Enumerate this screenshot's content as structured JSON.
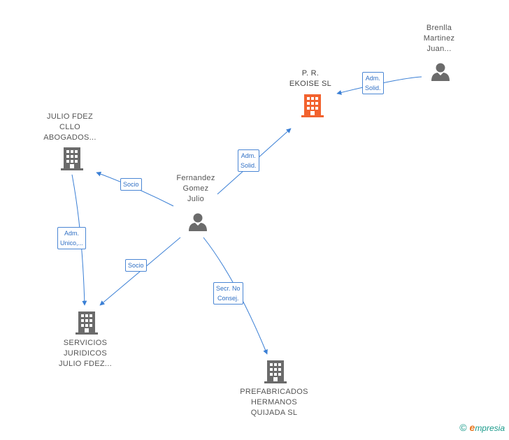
{
  "nodes": {
    "pr_ekoise": {
      "lines": [
        "P.  R.",
        "EKOISE  SL"
      ],
      "type": "company",
      "color": "#f2622e"
    },
    "brenlla": {
      "lines": [
        "Brenlla",
        "Martinez",
        "Juan..."
      ],
      "type": "person"
    },
    "julio_fdez_cllo": {
      "lines": [
        "JULIO FDEZ",
        "CLLO",
        "ABOGADOS..."
      ],
      "type": "company"
    },
    "fernandez_gomez": {
      "lines": [
        "Fernandez",
        "Gomez",
        "Julio"
      ],
      "type": "person"
    },
    "servicios": {
      "lines": [
        "SERVICIOS",
        "JURIDICOS",
        "JULIO FDEZ..."
      ],
      "type": "company"
    },
    "prefabricados": {
      "lines": [
        "PREFABRICADOS",
        "HERMANOS",
        "QUIJADA  SL"
      ],
      "type": "company"
    }
  },
  "edges": {
    "brenlla_pr": {
      "lines": [
        "Adm.",
        "Solid."
      ]
    },
    "fernandez_pr": {
      "lines": [
        "Adm.",
        "Solid."
      ]
    },
    "fernandez_julio": {
      "lines": [
        "Socio"
      ]
    },
    "julio_servicios": {
      "lines": [
        "Adm.",
        "Unico,..."
      ]
    },
    "fernandez_servicios": {
      "lines": [
        "Socio"
      ]
    },
    "fernandez_prefab": {
      "lines": [
        "Secr.  No",
        "Consej."
      ]
    }
  },
  "colors": {
    "edge": "#3a7fd5",
    "company": "#6b6b6b",
    "focus_company": "#f2622e",
    "person": "#6b6b6b"
  },
  "brand": {
    "copyright": "©",
    "initial": "e",
    "rest": "mpresia"
  }
}
